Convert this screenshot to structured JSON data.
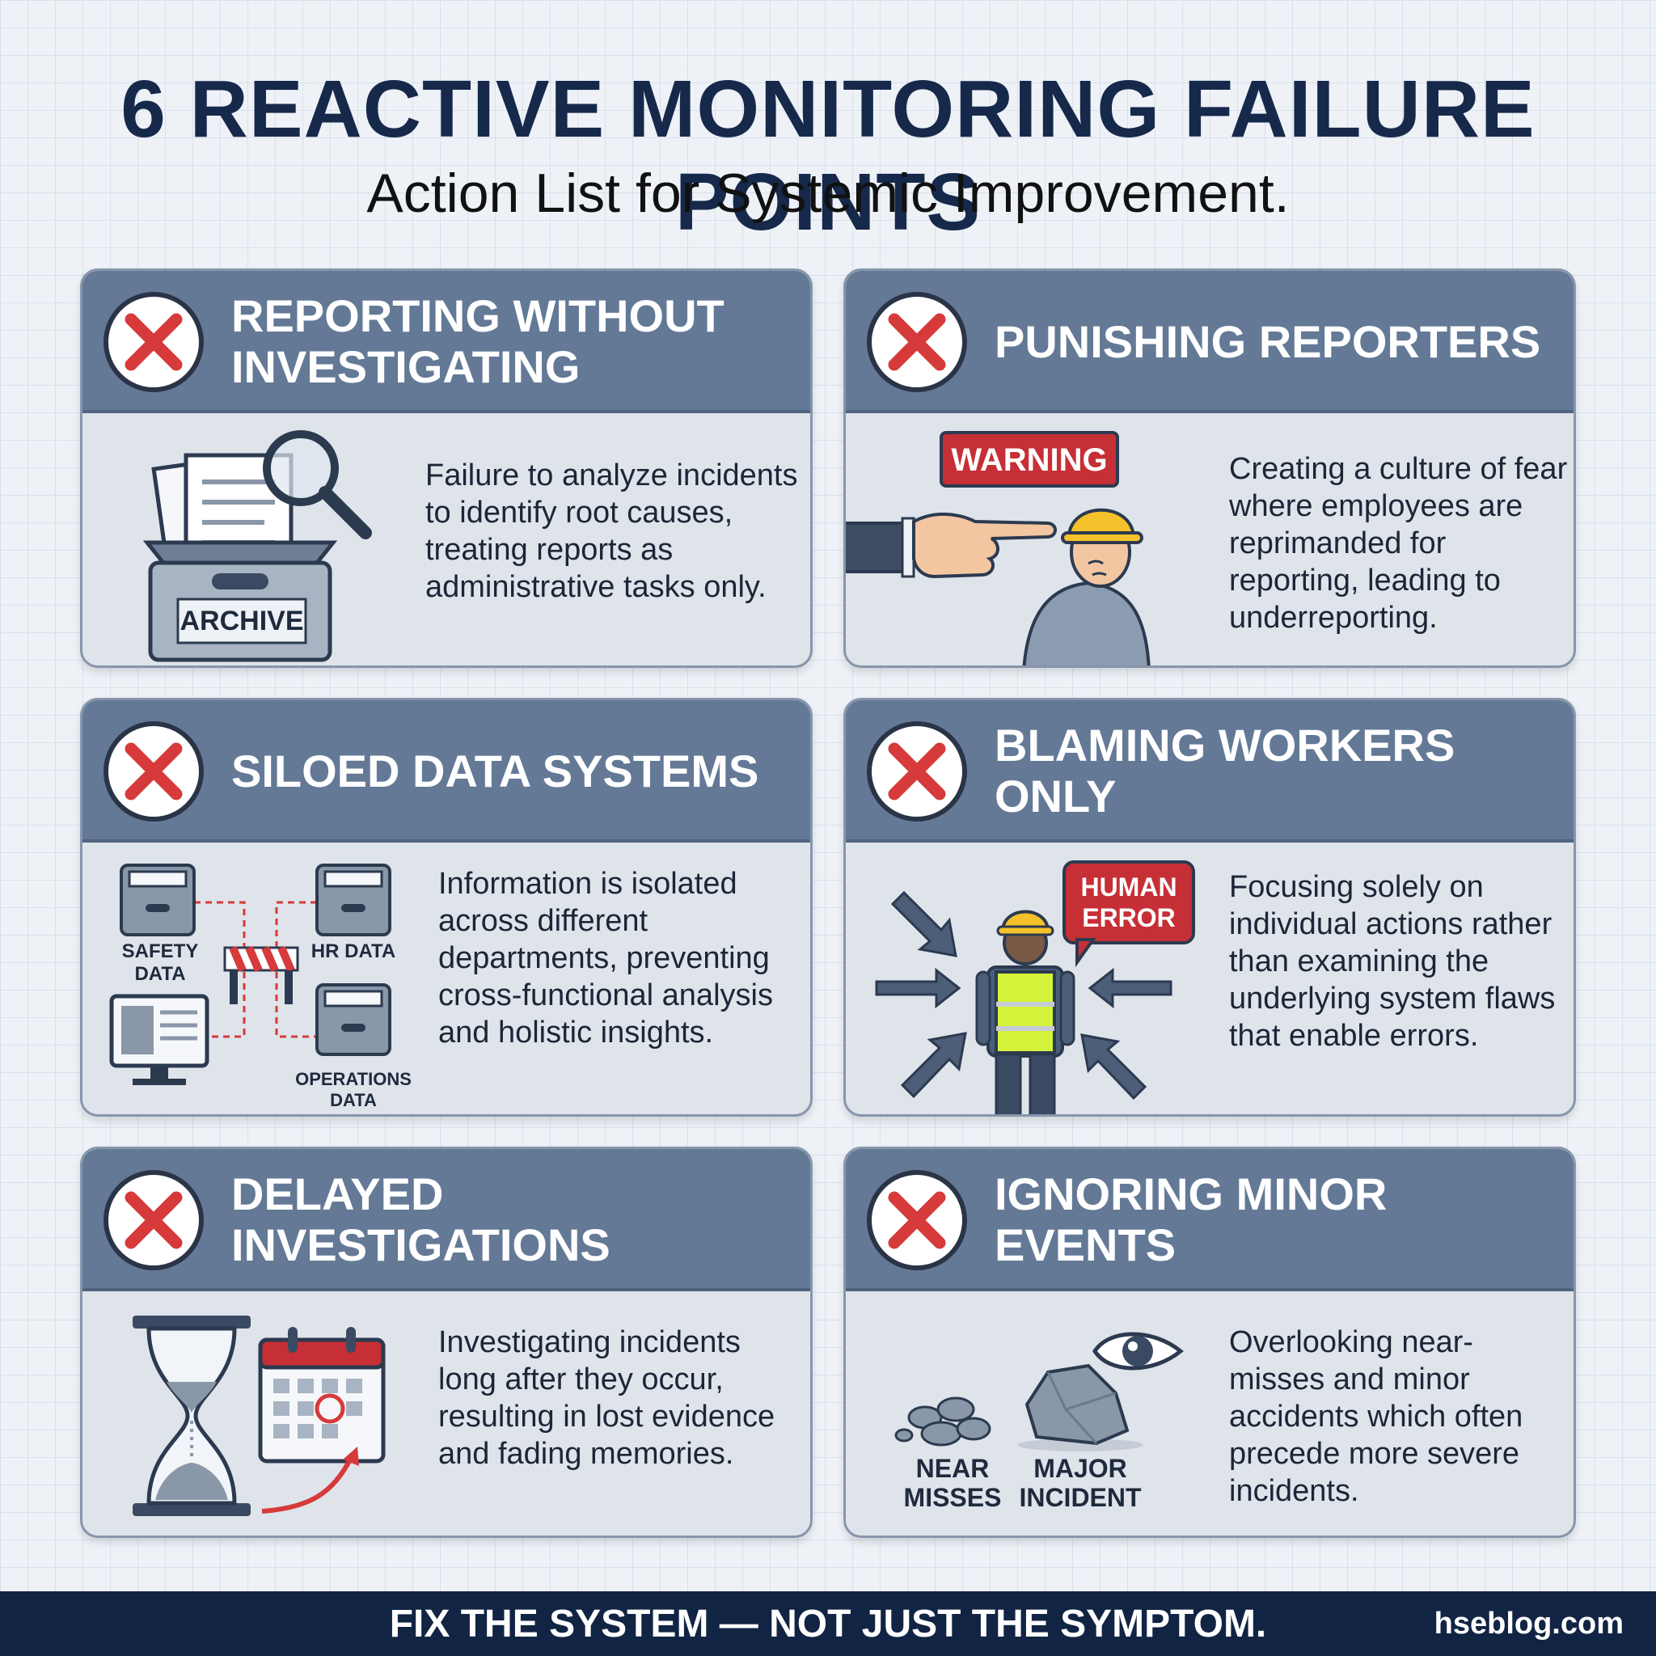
{
  "header": {
    "title": "6 REACTIVE MONITORING FAILURE POINTS",
    "subtitle": "Action List for Systemic Improvement."
  },
  "cards": [
    {
      "title": "REPORTING WITHOUT INVESTIGATING",
      "icon": "archive-box-magnifier-icon",
      "labels": [
        "ARCHIVE"
      ],
      "description": "Failure to analyze incidents to identify root causes, treating reports as administrative tasks only."
    },
    {
      "title": "PUNISHING REPORTERS",
      "icon": "pointing-finger-worker-icon",
      "labels": [
        "WARNING"
      ],
      "description": "Creating a culture of fear where employees are reprimanded for reporting, leading to underreporting."
    },
    {
      "title": "SILOED DATA SYSTEMS",
      "icon": "isolated-folders-icon",
      "labels": [
        "SAFETY DATA",
        "HR DATA",
        "OPERATIONS DATA"
      ],
      "description": "Information is isolated across different departments, preventing cross-functional analysis and holistic insights."
    },
    {
      "title": "BLAMING WORKERS ONLY",
      "icon": "blamed-worker-arrows-icon",
      "labels": [
        "HUMAN ERROR"
      ],
      "description": "Focusing solely on individual actions rather than examining the underlying system flaws that enable errors."
    },
    {
      "title": "DELAYED INVESTIGATIONS",
      "icon": "hourglass-calendar-icon",
      "labels": [],
      "description": "Investigating incidents long after they occur, resulting in lost evidence and fading memories."
    },
    {
      "title": "IGNORING MINOR EVENTS",
      "icon": "eye-rocks-icon",
      "labels": [
        "NEAR MISSES",
        "MAJOR INCIDENT"
      ],
      "description": "Overlooking near-misses and minor accidents which often precede more severe incidents."
    }
  ],
  "footer": {
    "slogan": "FIX THE SYSTEM — NOT JUST THE SYMPTOM.",
    "site": "hseblog.com"
  },
  "colors": {
    "title": "#16294b",
    "card_header": "#637996",
    "card_body": "#dfe4eb",
    "x_red": "#d63a3a",
    "footer": "#112443"
  }
}
